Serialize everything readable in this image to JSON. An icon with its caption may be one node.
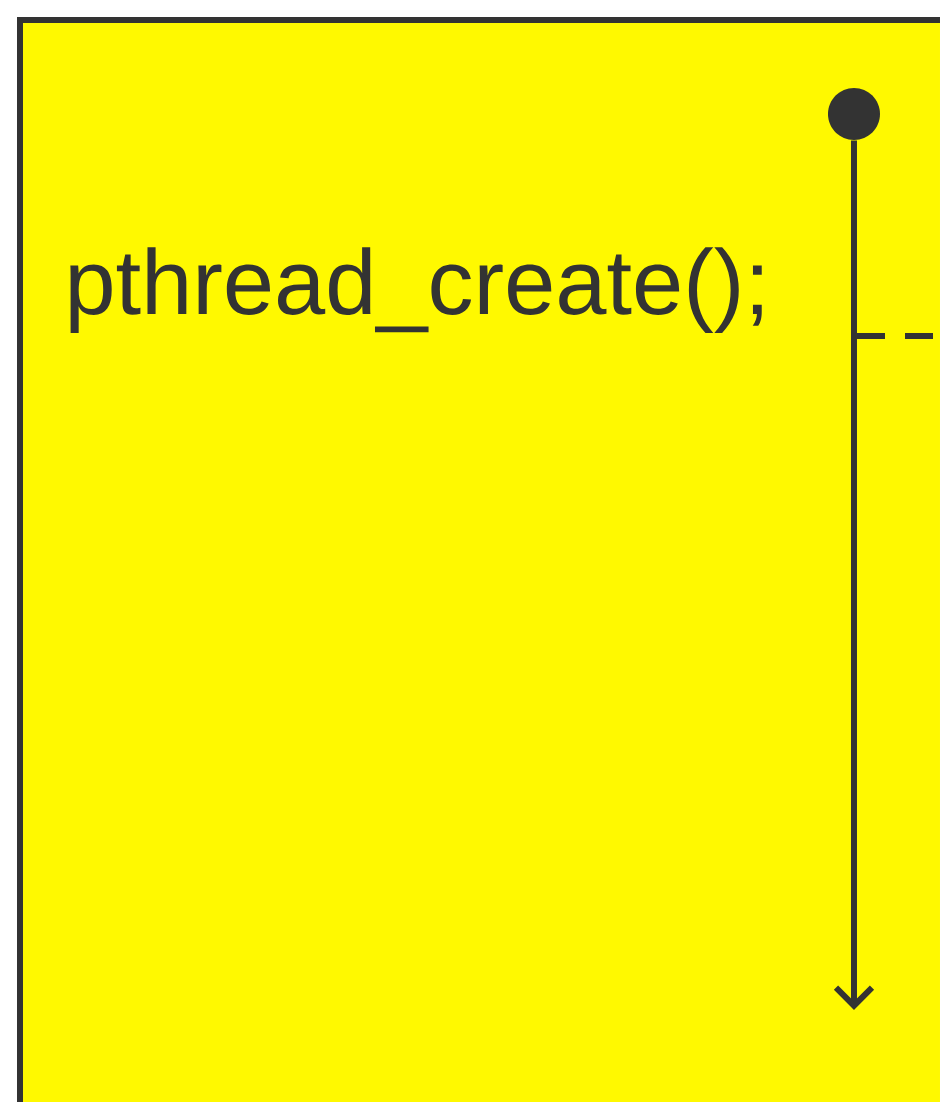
{
  "diagram": {
    "nodes": [
      {
        "text": [
          "pthread_create();"
        ]
      },
      {
        "text": [],
        "shape": "circle",
        "in": 0
      }
    ],
    "edges": [
      {
        "from": 1,
        "to": null,
        "arrow": "to"
      },
      {
        "from": 0,
        "to": null,
        "arrow": "none",
        "style": "dashed"
      }
    ]
  }
}
